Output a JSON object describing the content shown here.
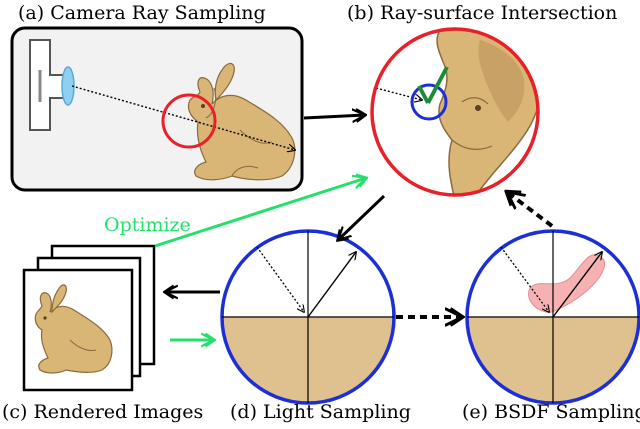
{
  "labels": {
    "a": "(a) Camera Ray Sampling",
    "b": "(b) Ray-surface Intersection",
    "c": "(c) Rendered Images",
    "d": "(d) Light Sampling",
    "e": "(e) BSDF Sampling",
    "optimize": "Optimize"
  },
  "colors": {
    "red_circle": "#e8202a",
    "blue_circle": "#1c2fd6",
    "green_arrow": "#22e06a",
    "green_normal": "#1f8a3a",
    "ground": "#dfc08f",
    "bunny": "#d9b675",
    "bunny_shadow": "#8a6a3e",
    "lens": "#8fd0f0",
    "bsdf_lobe": "#f4a0a0",
    "panel_bg": "#f2f2f2"
  },
  "icons": {
    "camera": "camera-icon",
    "bunny": "bunny-icon"
  }
}
